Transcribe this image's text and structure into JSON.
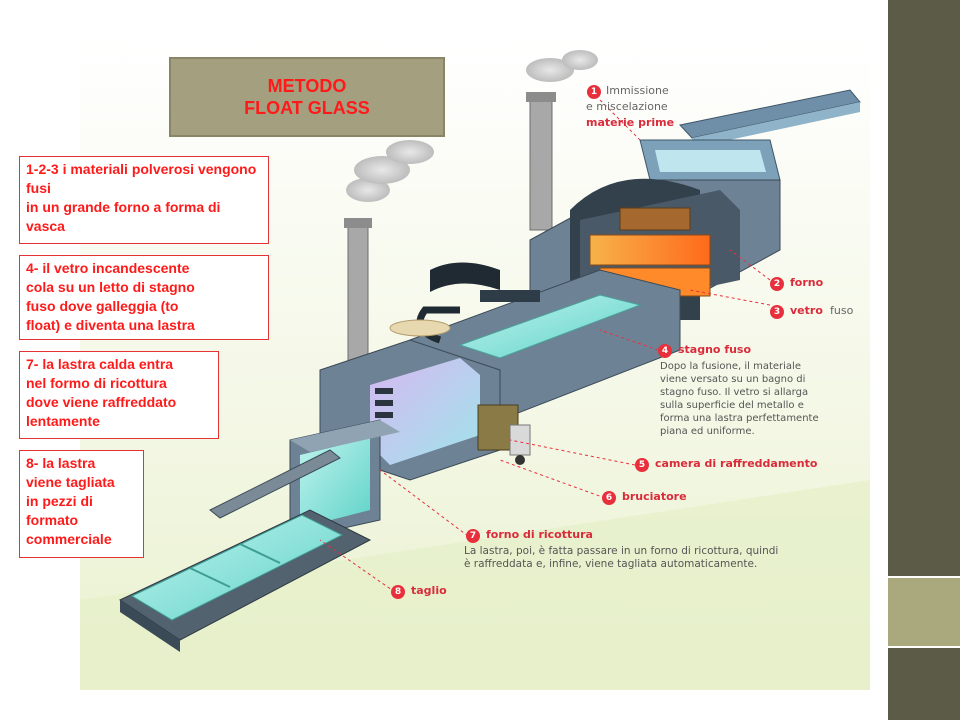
{
  "title": {
    "line1": "METODO",
    "line2": "FLOAT GLASS"
  },
  "notes": [
    {
      "text": "1-2-3 i materiali polverosi vengono fusi\nin un grande forno a forma di\nvasca"
    },
    {
      "text": "4- il vetro incandescente\ncola su un letto di stagno\nfuso dove galleggia (to\nfloat) e diventa una lastra"
    },
    {
      "text": "7- la lastra calda entra\nnel formo di ricottura\ndove viene raffreddato\nlentamente"
    },
    {
      "text": "8- la lastra\nviene tagliata\nin pezzi di\nformato\ncommerciale"
    }
  ],
  "diagram": {
    "labels": {
      "l1_num": "1",
      "l1_line1": "Immissione",
      "l1_line2": "e miscelazione",
      "l1_line3": "materie prime",
      "l2_num": "2",
      "l2": "forno",
      "l3_num": "3",
      "l3a": "vetro",
      "l3b": "fuso",
      "l4_num": "4",
      "l4": "stagno fuso",
      "l4_desc": "Dopo la fusione, il materiale\nviene versato su un bagno di\nstagno fuso. Il vetro si allarga\nsulla superficie del metallo e\nforma una lastra perfettamente\npiana ed uniforme.",
      "l5_num": "5",
      "l5": "camera di raffreddamento",
      "l6_num": "6",
      "l6": "bruciatore",
      "l7_num": "7",
      "l7": "forno di ricottura",
      "l7_desc": "La lastra, poi, è fatta passare in un forno di ricottura, quindi\nè raffreddata e, infine, viene tagliata automaticamente.",
      "l8_num": "8",
      "l8": "taglio"
    }
  },
  "colors": {
    "strip_dark": "#5b5b47",
    "strip_light": "#aaa97d",
    "title_bg": "#a49f7f",
    "note_red": "#ff1a1a",
    "illus_bg": "#eef4d6"
  }
}
